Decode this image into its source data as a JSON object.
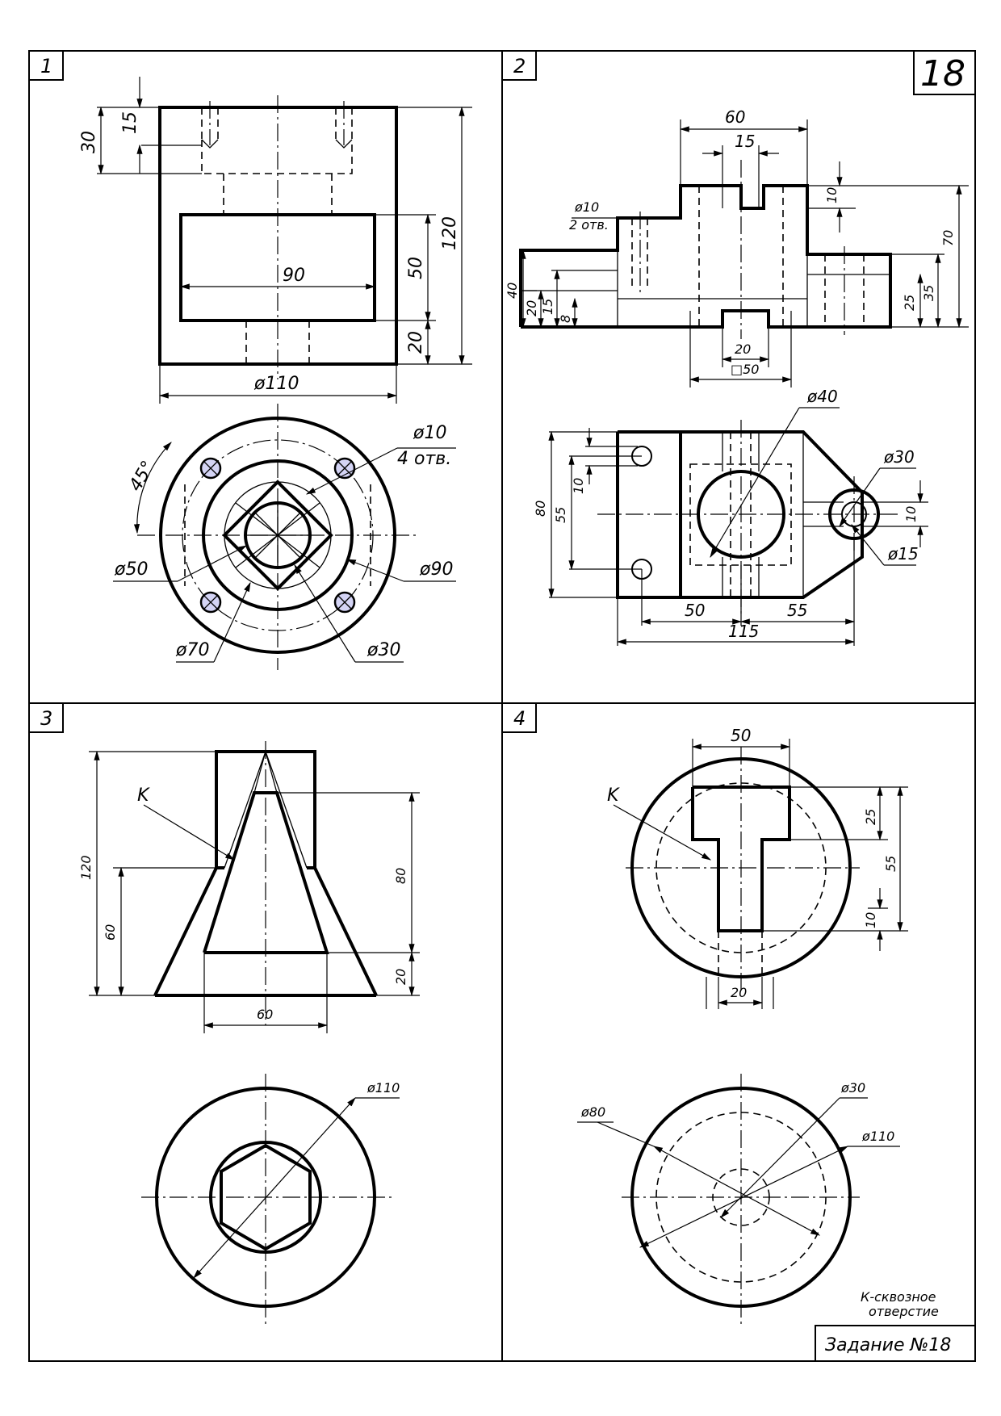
{
  "sheet": {
    "number": "18",
    "task": "Задание №18",
    "note_line1": "К-сквозное",
    "note_line2": "отверстие"
  },
  "panels": [
    {
      "label": "1",
      "dims": {
        "d30": "30",
        "d15": "15",
        "d120": "120",
        "d50": "50",
        "d20": "20",
        "d90": "90",
        "phi110": "ø110",
        "angle45": "45°",
        "phi10": "ø10",
        "holes4": "4 отв.",
        "phi50": "ø50",
        "phi90": "ø90",
        "phi70": "ø70",
        "phi30": "ø30"
      }
    },
    {
      "label": "2",
      "dims": {
        "d60": "60",
        "d15": "15",
        "d10": "10",
        "d70": "70",
        "phi10": "ø10",
        "holes2": "2 отв.",
        "d40": "40",
        "d20": "20",
        "d15b": "15",
        "d8": "8",
        "d25": "25",
        "d35": "35",
        "d20b": "20",
        "sq50": "□50",
        "phi40": "ø40",
        "phi30": "ø30",
        "d80": "80",
        "d55": "55",
        "d10b": "10",
        "d10c": "10",
        "phi15": "ø15",
        "d50": "50",
        "d55b": "55",
        "d115": "115"
      }
    },
    {
      "label": "3",
      "dims": {
        "k": "K",
        "d120": "120",
        "d60": "60",
        "d80": "80",
        "d20": "20",
        "d60b": "60",
        "phi110": "ø110"
      }
    },
    {
      "label": "4",
      "dims": {
        "d50": "50",
        "k": "K",
        "d25": "25",
        "d55": "55",
        "d10": "10",
        "d20": "20",
        "phi30": "ø30",
        "phi80": "ø80",
        "phi110": "ø110"
      }
    }
  ]
}
